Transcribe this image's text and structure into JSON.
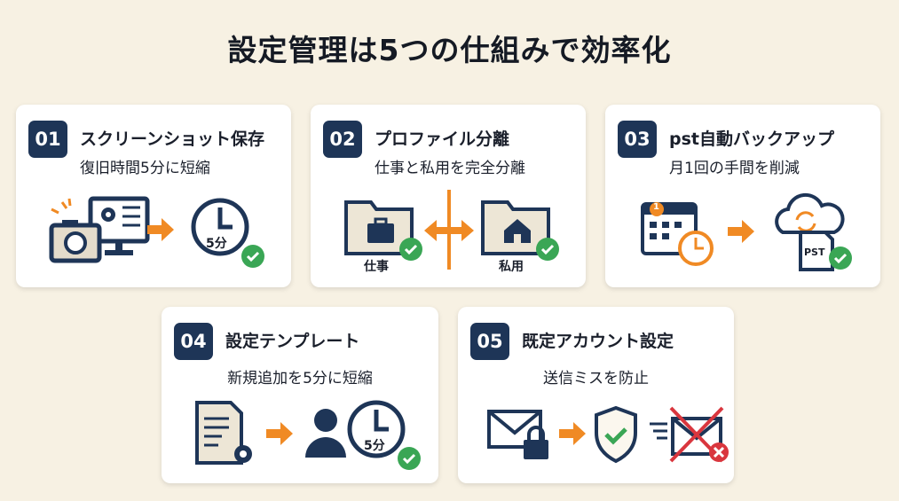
{
  "title": "設定管理は5つの仕組みで効率化",
  "cards": [
    {
      "number": "01",
      "title": "スクリーンショット保存",
      "subtitle": "復旧時間5分に短縮",
      "clock_label": "5分"
    },
    {
      "number": "02",
      "title": "プロファイル分離",
      "subtitle": "仕事と私用を完全分離",
      "left_label": "仕事",
      "right_label": "私用"
    },
    {
      "number": "03",
      "title": "pst自動バックアップ",
      "subtitle": "月1回の手間を削減",
      "calendar_badge": "1",
      "file_label": "PST"
    },
    {
      "number": "04",
      "title": "設定テンプレート",
      "subtitle": "新規追加を5分に短縮",
      "clock_label": "5分"
    },
    {
      "number": "05",
      "title": "既定アカウント設定",
      "subtitle": "送信ミスを防止"
    }
  ],
  "colors": {
    "navy": "#1e3557",
    "orange": "#f08a24",
    "green": "#3aa655",
    "red": "#d9363e",
    "background": "#f7f1e3"
  }
}
